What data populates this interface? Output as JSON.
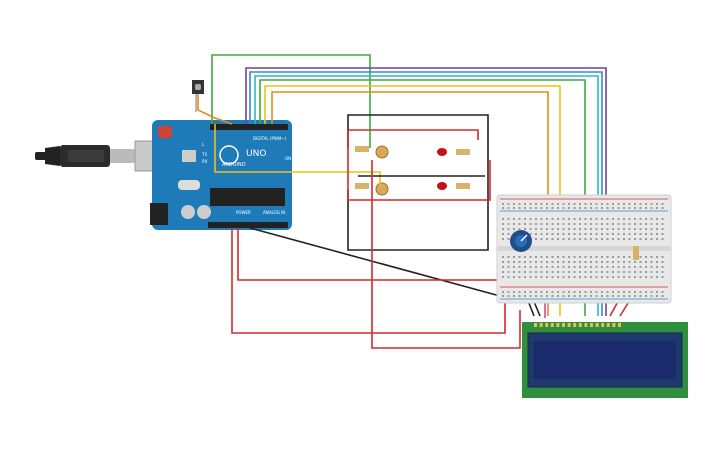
{
  "board": {
    "brand": "ARDUINO",
    "model": "UNO",
    "digital_label": "DIGITAL (PWM~)",
    "power_label": "POWER",
    "analog_label": "ANALOG IN",
    "on_label": "ON",
    "tx_label": "TX",
    "rx_label": "RX",
    "l_label": "L"
  },
  "colors": {
    "board": "#1f7bb8",
    "board_dark": "#155a8a",
    "wire_red": "#d22b2b",
    "wire_black": "#222222",
    "wire_green": "#3cab3c",
    "wire_yellow": "#e8c31a",
    "wire_orange": "#e48a1a",
    "wire_blue": "#2a8bd6",
    "wire_cyan": "#2fb6c4",
    "wire_purple": "#7a3d9e",
    "wire_pink": "#d8459a",
    "breadboard": "#e8e8e8",
    "lcd_pcb": "#2f8f3f",
    "lcd_screen": "#1b2a6b"
  },
  "icons": {
    "usb": "usb-cable-icon",
    "button": "pushbutton-icon",
    "pot": "potentiometer-icon"
  }
}
